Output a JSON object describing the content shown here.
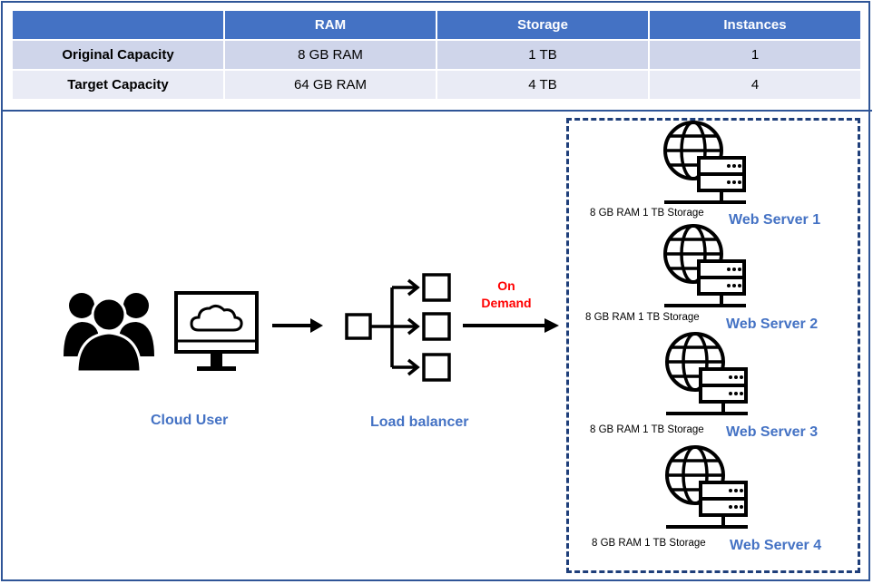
{
  "table": {
    "headers": [
      "",
      "RAM",
      "Storage",
      "Instances"
    ],
    "rows": [
      {
        "label": "Original Capacity",
        "ram": "8 GB RAM",
        "storage": "1 TB",
        "instances": "1"
      },
      {
        "label": "Target Capacity",
        "ram": "64 GB RAM",
        "storage": "4 TB",
        "instances": "4"
      }
    ]
  },
  "diagram": {
    "cloud_user_label": "Cloud User",
    "load_balancer_label": "Load balancer",
    "arrow_label_line1": "On",
    "arrow_label_line2": "Demand",
    "servers": [
      {
        "name": "Web Server 1",
        "spec": "8 GB RAM 1 TB Storage"
      },
      {
        "name": "Web Server 2",
        "spec": "8 GB RAM 1 TB Storage"
      },
      {
        "name": "Web Server 3",
        "spec": "8 GB RAM 1 TB Storage"
      },
      {
        "name": "Web Server 4",
        "spec": "8 GB RAM 1 TB Storage"
      }
    ]
  },
  "colors": {
    "border": "#2f5597",
    "header_fill": "#4472c4",
    "label_text": "#4472c4",
    "arrow_label": "#ff0000"
  }
}
